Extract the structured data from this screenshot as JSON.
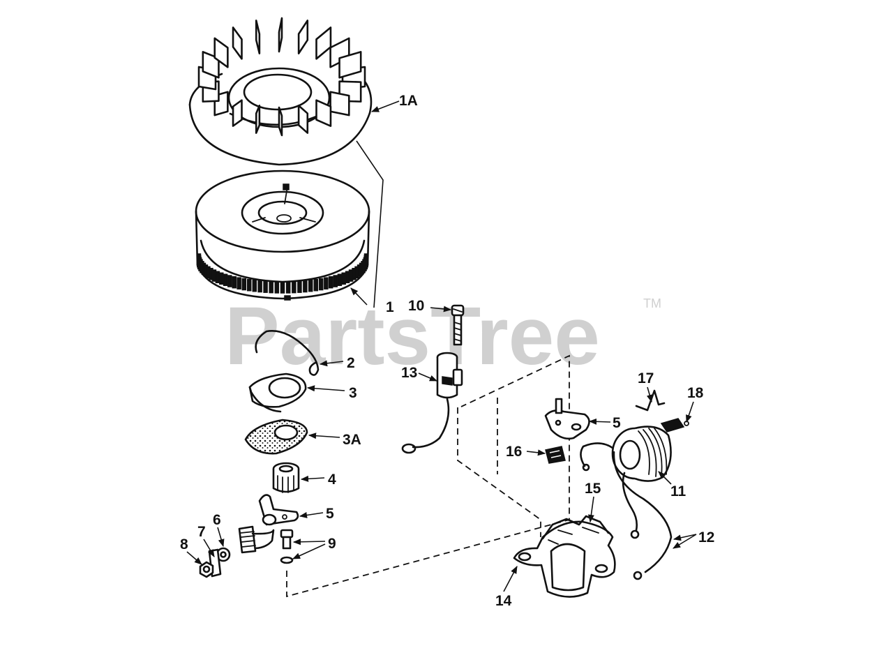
{
  "watermark": {
    "text": "PartsTree",
    "trademark": "TM"
  },
  "labels": {
    "p1A": "1A",
    "p1": "1",
    "p10": "10",
    "p2": "2",
    "p13": "13",
    "p3": "3",
    "p3A": "3A",
    "p17": "17",
    "p18": "18",
    "p5a": "5",
    "p16": "16",
    "p4": "4",
    "p11": "11",
    "p15": "15",
    "p5b": "5",
    "p6": "6",
    "p7": "7",
    "p8": "8",
    "p9": "9",
    "p12": "12",
    "p14": "14"
  }
}
